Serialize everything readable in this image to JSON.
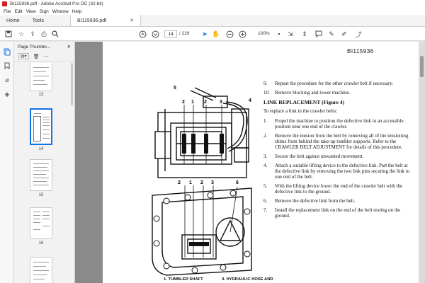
{
  "window": {
    "title": "BI115936.pdf - Adobe Acrobat Pro DC (32-bit)"
  },
  "menu": [
    "File",
    "Edit",
    "View",
    "Sign",
    "Window",
    "Help"
  ],
  "tabs": {
    "home": "Home",
    "tools": "Tools",
    "document": "BI115936.pdf"
  },
  "toolbar": {
    "current_page": "14",
    "total_pages": "/ 229",
    "zoom": "100%"
  },
  "thumbnails": {
    "panel_title": "Page Thumbn...",
    "pages": [
      {
        "label": "13"
      },
      {
        "label": "14",
        "current": true
      },
      {
        "label": "15"
      },
      {
        "label": "16"
      }
    ]
  },
  "document": {
    "code": "BI115936",
    "steps_top": [
      {
        "num": "9.",
        "text": "Repeat the procedure for the other crawler belt if necessary."
      },
      {
        "num": "10.",
        "text": "Remove blocking and lower machine."
      }
    ],
    "section_heading": "LINK REPLACEMENT (Figure 4)",
    "section_intro": "To replace a link in the crawler belts:",
    "steps": [
      {
        "num": "1.",
        "text": "Propel the machine to position the defective link in an accessible position near one end of the crawler."
      },
      {
        "num": "2.",
        "text": "Remove the tension from the belt by removing all of the tensioning shims from behind the take-up tumbler supports. Refer to the CRAWLER BELT ADJUSTMENT for details of this procedure."
      },
      {
        "num": "3.",
        "text": "Secure the belt against unwanted movement."
      },
      {
        "num": "4.",
        "text": "Attach a suitable lifting device to the defective link. Part the belt at the defective link by removing the two link pins securing the link to one end of the belt."
      },
      {
        "num": "5.",
        "text": "With the lifting device lower the end of the crawler belt with the defective link to the ground."
      },
      {
        "num": "6.",
        "text": "Remove the defective link from the belt."
      },
      {
        "num": "7.",
        "text": "Install the replacement link on the end of the belt resting on the ground."
      }
    ],
    "figure": {
      "callouts_top": [
        "5",
        "4",
        "2",
        "1",
        "2",
        "3"
      ],
      "callouts_bottom": [
        "2",
        "1",
        "2",
        "3",
        "6"
      ],
      "caption_left": "1. TUMBLER SHAFT",
      "caption_right": "4. HYDRAULIC HOSE AND"
    }
  }
}
